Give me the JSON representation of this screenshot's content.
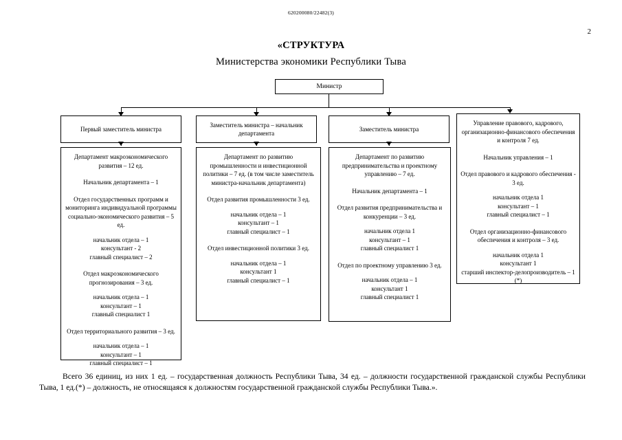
{
  "header": {
    "doc_code": "620200080/22482(3)",
    "page_number": "2"
  },
  "title": {
    "line1": "«СТРУКТУРА",
    "line2": "Министерства экономики Республики Тыва"
  },
  "chart_nodes": {
    "minister": "Министр",
    "level2": [
      {
        "label": "Первый заместитель министра"
      },
      {
        "label": "Заместитель министра – начальник департамента"
      },
      {
        "label": "Заместитель министра"
      },
      {
        "label": "Управление правового, кадрового, организационно-финансового обеспечения и контроля    7 ед."
      }
    ],
    "columns": [
      {
        "name": "column-1",
        "blocks": [
          {
            "type": "heading",
            "text": "Департамент макроэкономического развития – 12 ед."
          },
          {
            "type": "heading",
            "text": "Начальник департамента – 1"
          },
          {
            "type": "heading",
            "text": "Отдел государственных программ и мониторинга индивидуальной программы социально-экономического развития – 5 ед."
          },
          {
            "type": "staff",
            "lines": [
              "начальник отдела – 1",
              "консультант  - 2",
              "главный специалист – 2"
            ]
          },
          {
            "type": "heading",
            "text": "Отдел макроэкономического прогнозирования – 3 ед."
          },
          {
            "type": "staff",
            "lines": [
              "начальник отдела – 1",
              "консультант – 1",
              "главный специалист  1"
            ]
          },
          {
            "type": "heading",
            "text": "Отдел территориального развития – 3 ед."
          },
          {
            "type": "staff",
            "lines": [
              "начальник отдела – 1",
              "консультант – 1",
              "главный специалист – 1"
            ]
          }
        ]
      },
      {
        "name": "column-2",
        "blocks": [
          {
            "type": "heading",
            "text": "Департамент по развитию промышленности и инвестиционной политики – 7 ед. (в том числе заместитель министра-начальник департамента)"
          },
          {
            "type": "heading",
            "text": "Отдел развития промышленности 3 ед."
          },
          {
            "type": "staff",
            "lines": [
              "начальник отдела – 1",
              "консультант – 1",
              "главный специалист – 1"
            ]
          },
          {
            "type": "heading",
            "text": "Отдел инвестиционной политики 3 ед."
          },
          {
            "type": "staff",
            "lines": [
              "начальник отдела – 1",
              "консультант   1",
              "главный специалист – 1"
            ]
          }
        ]
      },
      {
        "name": "column-3",
        "blocks": [
          {
            "type": "heading",
            "text": "Департамент по развитию предпринимательства и проектному управлению – 7 ед."
          },
          {
            "type": "heading",
            "text": "Начальник департамента – 1"
          },
          {
            "type": "heading",
            "text": "Отдел развития предпринимательства и конкуренции – 3 ед."
          },
          {
            "type": "staff",
            "lines": [
              "начальник отдела   1",
              "консультант – 1",
              "главный специалист  1"
            ]
          },
          {
            "type": "heading",
            "text": "Отдел по проектному управлению 3 ед."
          },
          {
            "type": "staff",
            "lines": [
              "начальник отдела – 1",
              "консультант   1",
              "главный специалист  1"
            ]
          }
        ]
      },
      {
        "name": "column-4",
        "blocks": [
          {
            "type": "heading",
            "text": "Управление правового, кадрового, организационно-финансового обеспечения и контроля    7 ед."
          },
          {
            "type": "heading",
            "text": "Начальник управления – 1"
          },
          {
            "type": "heading",
            "text": "Отдел правового и кадрового обеспечения  - 3 ед."
          },
          {
            "type": "staff",
            "lines": [
              "начальник отдела  1",
              "консультант – 1",
              "главный специалист – 1"
            ]
          },
          {
            "type": "heading",
            "text": "Отдел организационно-финансового обеспечения и контроля – 3 ед."
          },
          {
            "type": "staff",
            "lines": [
              "начальник отдела   1",
              "консультант   1",
              "старший инспектор-делопроизводитель – 1 (*)"
            ]
          }
        ]
      }
    ]
  },
  "footer": {
    "text": "Всего 36 единиц, из них 1 ед. – государственная должность Республики Тыва, 34 ед. – должности государственной гражданской службы Республики Тыва, 1 ед.(*) – должность, не относящаяся к должностям государственной гражданской службы Республики Тыва.»."
  }
}
